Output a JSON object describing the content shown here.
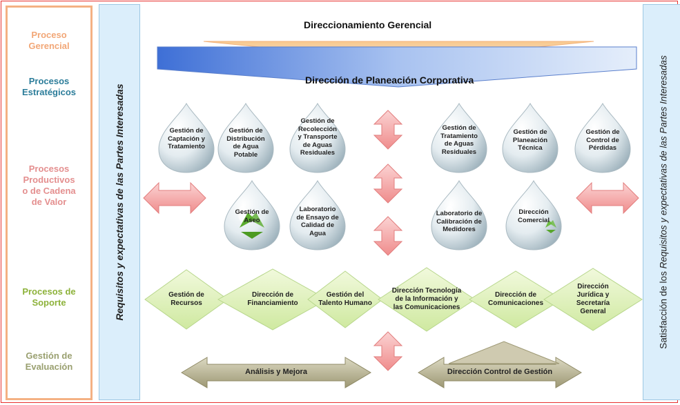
{
  "left_column": {
    "proceso_gerencial": "Proceso\nGerencial",
    "procesos_estrategicos": "Procesos\nEstratégicos",
    "procesos_productivos": "Procesos\nProductivos\no de Cadena\nde Valor",
    "procesos_soporte": "Procesos de\nSoporte",
    "gestion_evaluacion": "Gestión de\nEvaluación"
  },
  "left_band": "Requisitos y expectativas de las Partes Interesadas",
  "right_band": {
    "prefix": "Satisfacción de los ",
    "italic": "Requisitos y expectativas de las Partes Interesadas"
  },
  "direccionamiento": "Direccionamiento Gerencial",
  "planeacion": "Dirección de Planeación Corporativa",
  "drops_top": [
    "Gestión de\nCaptación y\nTratamiento",
    "Gestión de\nDistribución\nde Agua\nPotable",
    "Gestión de\nRecolección\ny Transporte\nde Aguas\nResiduales",
    "Gestión de\nTratamiento\nde Aguas\nResiduales",
    "Gestión de\nPlaneación\nTécnica",
    "Gestión de\nControl de\nPérdidas"
  ],
  "drops_bottom": [
    "Gestión de\nAseo",
    "Laboratorio\nde Ensayo de\nCalidad de\nAgua",
    "Laboratorio de\nCalibración de\nMedidores",
    "Dirección\nComercial"
  ],
  "soporte": [
    "Gestión de\nRecursos",
    "Dirección de\nFinanciamiento",
    "Gestión del\nTalento Humano",
    "Dirección Tecnología\nde la Información    y\nlas Comunicaciones",
    "Dirección de\nComunicaciones",
    "Dirección\nJurídica y\nSecretaría\nGeneral"
  ],
  "evaluacion": {
    "analisis": "Análisis y Mejora",
    "control": "Dirección Control de Gestión"
  }
}
